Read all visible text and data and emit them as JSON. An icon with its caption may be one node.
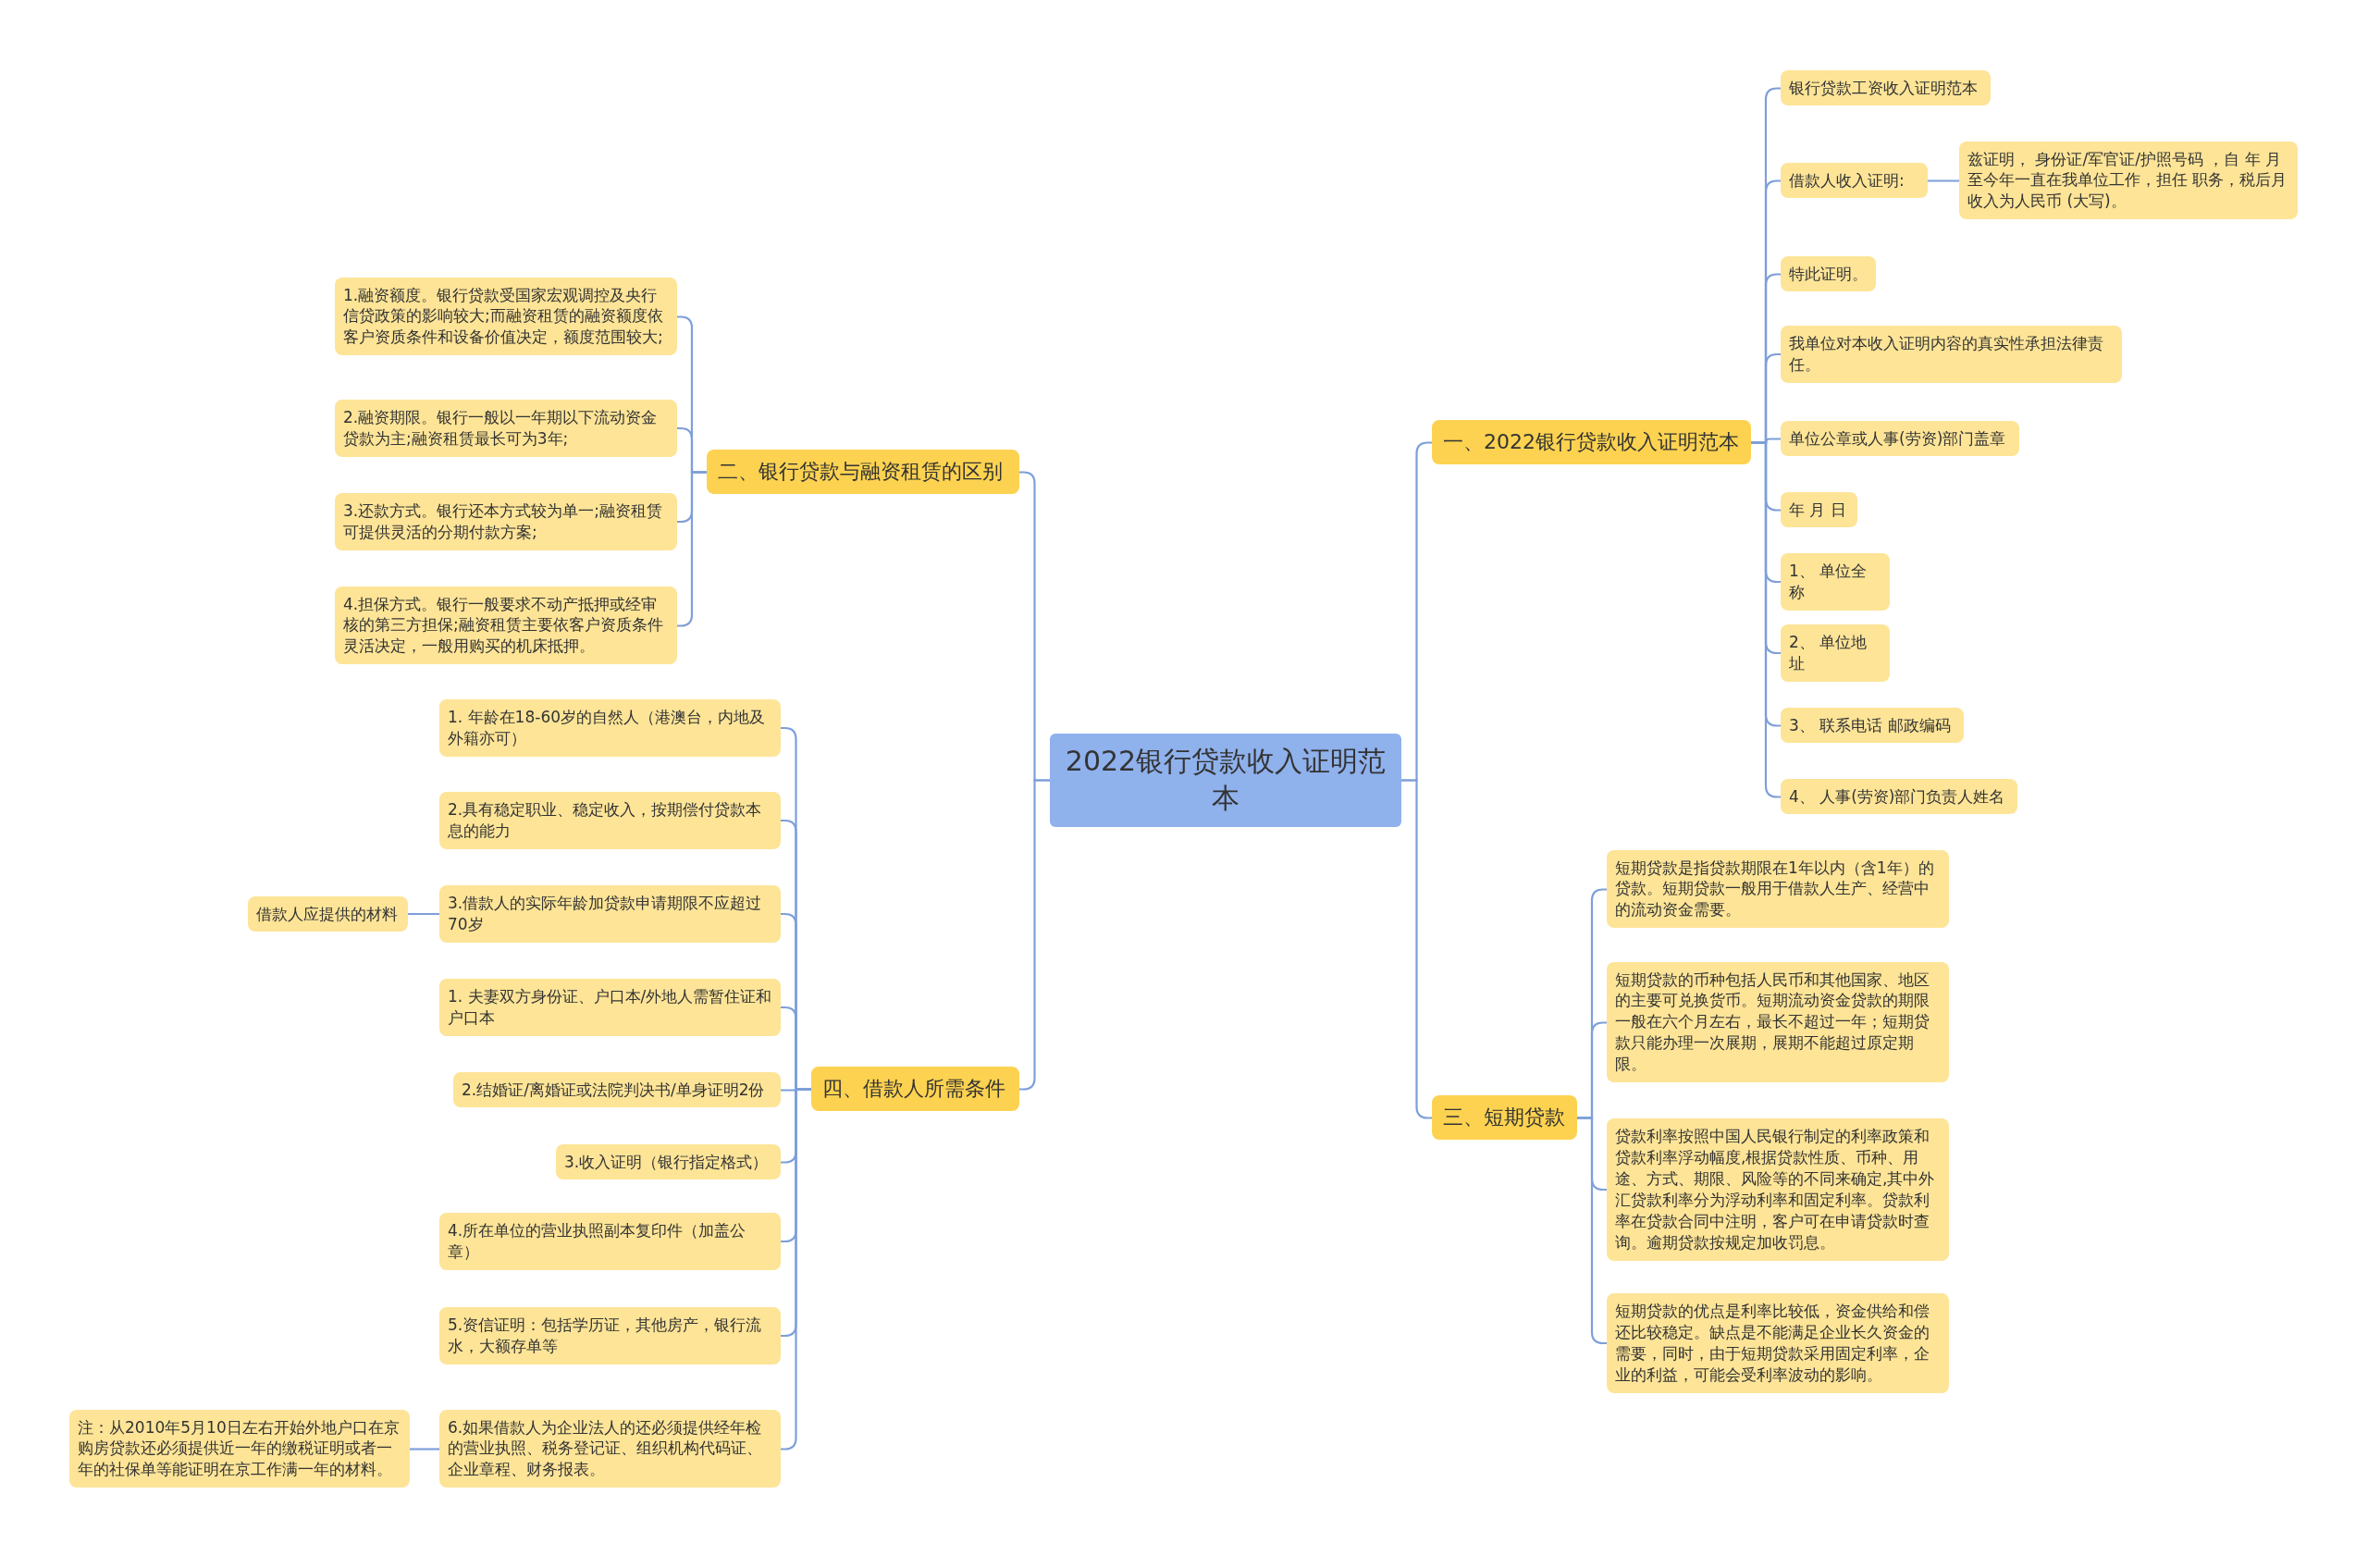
{
  "diagram": {
    "nodes": [
      {
        "text": [
          "2022银行贷款收入证明范本"
        ]
      },
      {
        "text": [
          "二、银行贷款与融资租赁的区别"
        ]
      },
      {
        "text": [
          "1.融资额度。银行贷款受国家宏观调控及央行信贷政策的影响较大;而融资租赁的融资额度依客户资质条件和设备价值决定，额度范围较大;"
        ]
      },
      {
        "text": [
          "2.融资期限。银行一般以一年期以下流动资金贷款为主;融资租赁最长可为3年;"
        ]
      },
      {
        "text": [
          "3.还款方式。银行还本方式较为单一;融资租赁可提供灵活的分期付款方案;"
        ]
      },
      {
        "text": [
          "4.担保方式。银行一般要求不动产抵押或经审核的第三方担保;融资租赁主要依客户资质条件灵活决定，一般用购买的机床抵押。"
        ]
      },
      {
        "text": [
          "四、借款人所需条件"
        ]
      },
      {
        "text": [
          "1. 年龄在18-60岁的自然人（港澳台，内地及外籍亦可）"
        ]
      },
      {
        "text": [
          "2.具有稳定职业、稳定收入，按期偿付贷款本息的能力"
        ]
      },
      {
        "text": [
          "3.借款人的实际年龄加贷款申请期限不应超过70岁"
        ]
      },
      {
        "text": [
          "借款人应提供的材料"
        ]
      },
      {
        "text": [
          "1. 夫妻双方身份证、户口本/外地人需暂住证和户口本"
        ]
      },
      {
        "text": [
          "2.结婚证/离婚证或法院判决书/单身证明2份"
        ]
      },
      {
        "text": [
          "3.收入证明（银行指定格式）"
        ]
      },
      {
        "text": [
          "4.所在单位的营业执照副本复印件（加盖公章）"
        ]
      },
      {
        "text": [
          "5.资信证明：包括学历证，其他房产，银行流水，大额存单等"
        ]
      },
      {
        "text": [
          "6.如果借款人为企业法人的还必须提供经年检的营业执照、税务登记证、组织机构代码证、企业章程、财务报表。"
        ]
      },
      {
        "text": [
          "注：从2010年5月10日左右开始外地户口在京购房贷款还必须提供近一年的缴税证明或者一年的社保单等能证明在京工作满一年的材料。"
        ]
      },
      {
        "text": [
          "一、2022银行贷款收入证明范本"
        ]
      },
      {
        "text": [
          "银行贷款工资收入证明范本"
        ]
      },
      {
        "text": [
          "借款人收入证明:"
        ]
      },
      {
        "text": [
          "兹证明， 身份证/军官证/护照号码 ，自 年 月至今年一直在我单位工作，担任 职务，税后月收入为人民币 (大写)。"
        ]
      },
      {
        "text": [
          "特此证明。"
        ]
      },
      {
        "text": [
          "我单位对本收入证明内容的真实性承担法律责任。"
        ]
      },
      {
        "text": [
          "单位公章或人事(劳资)部门盖章"
        ]
      },
      {
        "text": [
          "年 月 日"
        ]
      },
      {
        "text": [
          "1、 单位全称"
        ]
      },
      {
        "text": [
          "2、 单位地址"
        ]
      },
      {
        "text": [
          "3、 联系电话 邮政编码"
        ]
      },
      {
        "text": [
          "4、 人事(劳资)部门负责人姓名"
        ]
      },
      {
        "text": [
          "三、短期贷款"
        ]
      },
      {
        "text": [
          "短期贷款是指贷款期限在1年以内（含1年）的贷款。短期贷款一般用于借款人生产、经营中的流动资金需要。"
        ]
      },
      {
        "text": [
          "短期贷款的币种包括人民币和其他国家、地区的主要可兑换货币。短期流动资金贷款的期限一般在六个月左右，最长不超过一年；短期贷款只能办理一次展期，展期不能超过原定期限。"
        ]
      },
      {
        "text": [
          "贷款利率按照中国人民银行制定的利率政策和贷款利率浮动幅度,根据贷款性质、币种、用途、方式、期限、风险等的不同来确定,其中外汇贷款利率分为浮动利率和固定利率。贷款利率在贷款合同中注明，客户可在申请贷款时查询。逾期贷款按规定加收罚息。"
        ]
      },
      {
        "text": [
          "短期贷款的优点是利率比较低，资金供给和偿还比较稳定。缺点是不能满足企业长久资金的需要，同时，由于短期贷款采用固定利率，企业的利益，可能会受利率波动的影响。"
        ]
      }
    ],
    "edges": [
      {
        "from": 0,
        "to": 1,
        "arrow": "none"
      },
      {
        "from": 1,
        "to": 2,
        "arrow": "none"
      },
      {
        "from": 1,
        "to": 3,
        "arrow": "none"
      },
      {
        "from": 1,
        "to": 4,
        "arrow": "none"
      },
      {
        "from": 1,
        "to": 5,
        "arrow": "none"
      },
      {
        "from": 0,
        "to": 6,
        "arrow": "none"
      },
      {
        "from": 6,
        "to": 7,
        "arrow": "none"
      },
      {
        "from": 6,
        "to": 8,
        "arrow": "none"
      },
      {
        "from": 6,
        "to": 9,
        "arrow": "none"
      },
      {
        "from": 9,
        "to": 10,
        "arrow": "none"
      },
      {
        "from": 6,
        "to": 11,
        "arrow": "none"
      },
      {
        "from": 6,
        "to": 12,
        "arrow": "none"
      },
      {
        "from": 6,
        "to": 13,
        "arrow": "none"
      },
      {
        "from": 6,
        "to": 14,
        "arrow": "none"
      },
      {
        "from": 6,
        "to": 15,
        "arrow": "none"
      },
      {
        "from": 6,
        "to": 16,
        "arrow": "none"
      },
      {
        "from": 16,
        "to": 17,
        "arrow": "none"
      },
      {
        "from": 0,
        "to": 18,
        "arrow": "none"
      },
      {
        "from": 18,
        "to": 19,
        "arrow": "none"
      },
      {
        "from": 18,
        "to": 20,
        "arrow": "none"
      },
      {
        "from": 20,
        "to": 21,
        "arrow": "none"
      },
      {
        "from": 18,
        "to": 22,
        "arrow": "none"
      },
      {
        "from": 18,
        "to": 23,
        "arrow": "none"
      },
      {
        "from": 18,
        "to": 24,
        "arrow": "none"
      },
      {
        "from": 18,
        "to": 25,
        "arrow": "none"
      },
      {
        "from": 18,
        "to": 26,
        "arrow": "none"
      },
      {
        "from": 18,
        "to": 27,
        "arrow": "none"
      },
      {
        "from": 18,
        "to": 28,
        "arrow": "none"
      },
      {
        "from": 18,
        "to": 29,
        "arrow": "none"
      },
      {
        "from": 0,
        "to": 30,
        "arrow": "none"
      },
      {
        "from": 30,
        "to": 31,
        "arrow": "none"
      },
      {
        "from": 30,
        "to": 32,
        "arrow": "none"
      },
      {
        "from": 30,
        "to": 33,
        "arrow": "none"
      },
      {
        "from": 30,
        "to": 34,
        "arrow": "none"
      }
    ]
  }
}
